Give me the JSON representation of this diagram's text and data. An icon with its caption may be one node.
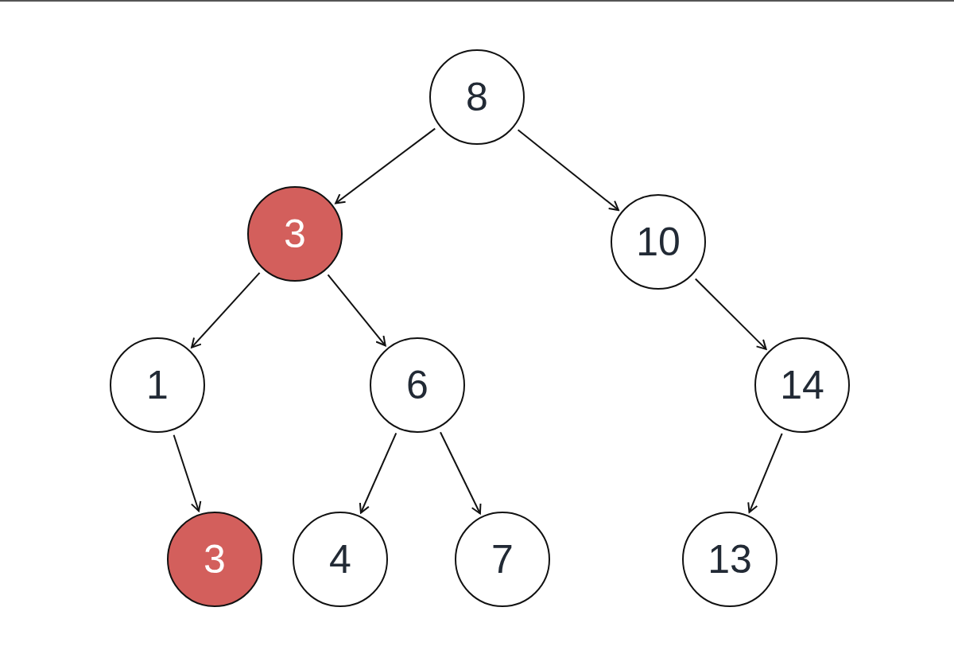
{
  "diagram": {
    "nodes": [
      {
        "text": [
          "8"
        ]
      },
      {
        "text": [
          "3"
        ]
      },
      {
        "text": [
          "10"
        ]
      },
      {
        "text": [
          "1"
        ]
      },
      {
        "text": [
          "6"
        ]
      },
      {
        "text": [
          "14"
        ]
      },
      {
        "text": [
          "3"
        ]
      },
      {
        "text": [
          "4"
        ]
      },
      {
        "text": [
          "7"
        ]
      },
      {
        "text": [
          "13"
        ]
      }
    ],
    "edges": [
      {
        "from": 0,
        "to": 1,
        "arrow": "to"
      },
      {
        "from": 0,
        "to": 2,
        "arrow": "to"
      },
      {
        "from": 1,
        "to": 3,
        "arrow": "to"
      },
      {
        "from": 1,
        "to": 4,
        "arrow": "to"
      },
      {
        "from": 2,
        "to": 5,
        "arrow": "to"
      },
      {
        "from": 3,
        "to": 6,
        "arrow": "to"
      },
      {
        "from": 4,
        "to": 7,
        "arrow": "to"
      },
      {
        "from": 4,
        "to": 8,
        "arrow": "to"
      },
      {
        "from": 5,
        "to": 9,
        "arrow": "to"
      }
    ]
  }
}
